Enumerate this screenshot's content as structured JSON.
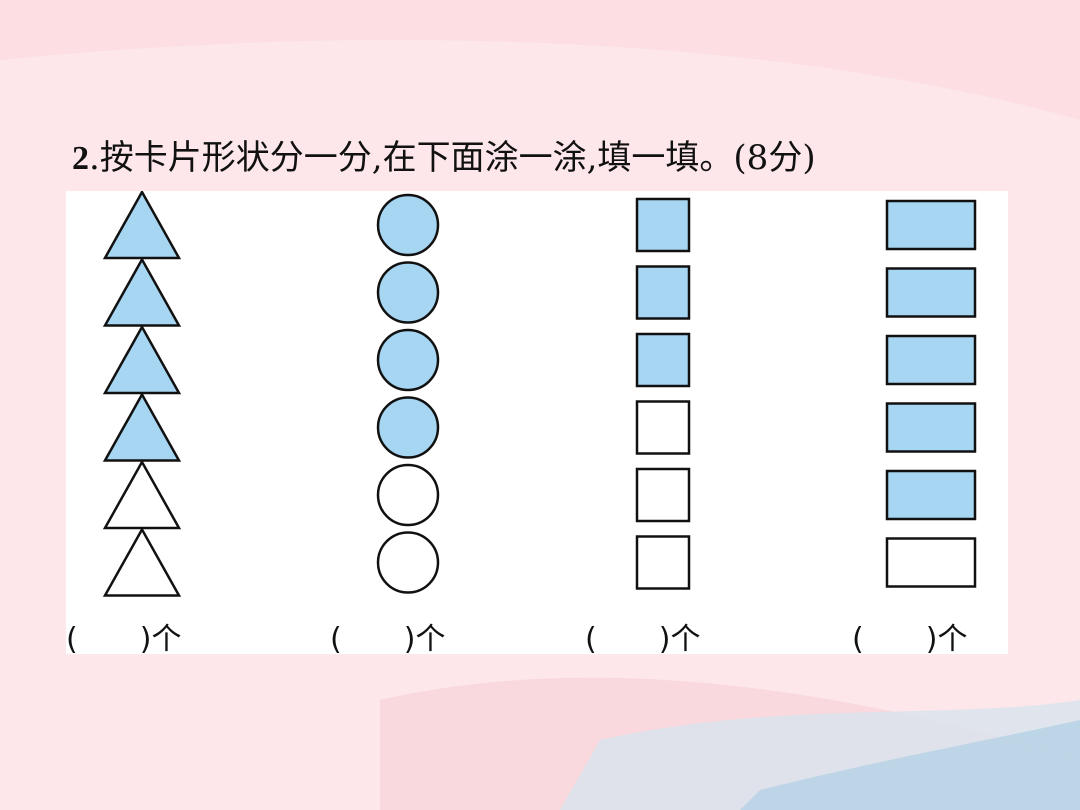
{
  "question": {
    "number": "2",
    "text": ".按卡片形状分一分,在下面涂一涂,填一填。(8分)"
  },
  "colors": {
    "fill": "#a7d6f2",
    "stroke": "#111111",
    "empty": "#ffffff"
  },
  "columns": [
    {
      "shape": "triangle-icon",
      "total": 6,
      "filled": 4,
      "answer_open": "(",
      "answer_close": ")",
      "unit": "个"
    },
    {
      "shape": "circle-icon",
      "total": 6,
      "filled": 4,
      "answer_open": "(",
      "answer_close": ")",
      "unit": "个"
    },
    {
      "shape": "square-icon",
      "total": 6,
      "filled": 3,
      "answer_open": "(",
      "answer_close": ")",
      "unit": "个"
    },
    {
      "shape": "rectangle-icon",
      "total": 6,
      "filled": 5,
      "answer_open": "(",
      "answer_close": ")",
      "unit": "个"
    }
  ]
}
